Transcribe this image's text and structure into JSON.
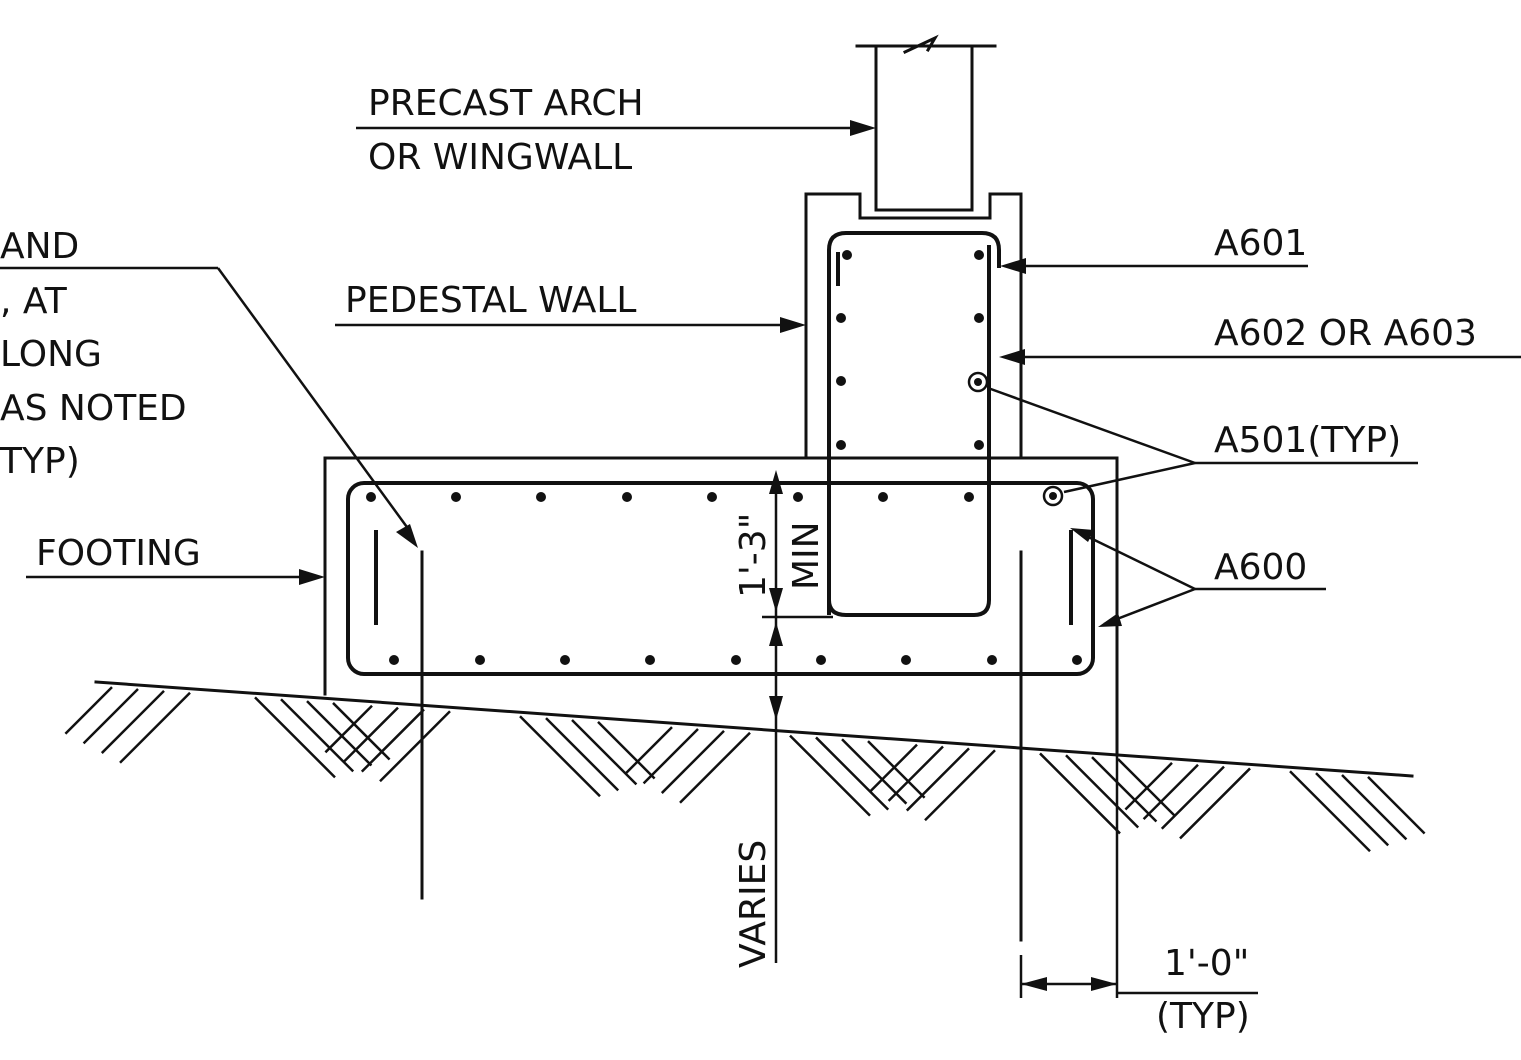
{
  "labels": {
    "precast_arch_line1": "PRECAST ARCH",
    "precast_arch_line2": "OR WINGWALL",
    "dowel_line1": "AND",
    "dowel_line2": ", AT",
    "dowel_line3": "LONG",
    "dowel_line4": "AS NOTED",
    "dowel_line5": "TYP)",
    "pedestal_wall": "PEDESTAL WALL",
    "footing": "FOOTING",
    "a601": "A601",
    "a602_a603": "A602 OR A603",
    "a501": "A501(TYP)",
    "a600": "A600",
    "dim_min_cover": "1'-3\"",
    "dim_min": "MIN",
    "dim_varies": "VARIES",
    "dim_typ_value": "1'-0\"",
    "dim_typ": "(TYP)"
  }
}
